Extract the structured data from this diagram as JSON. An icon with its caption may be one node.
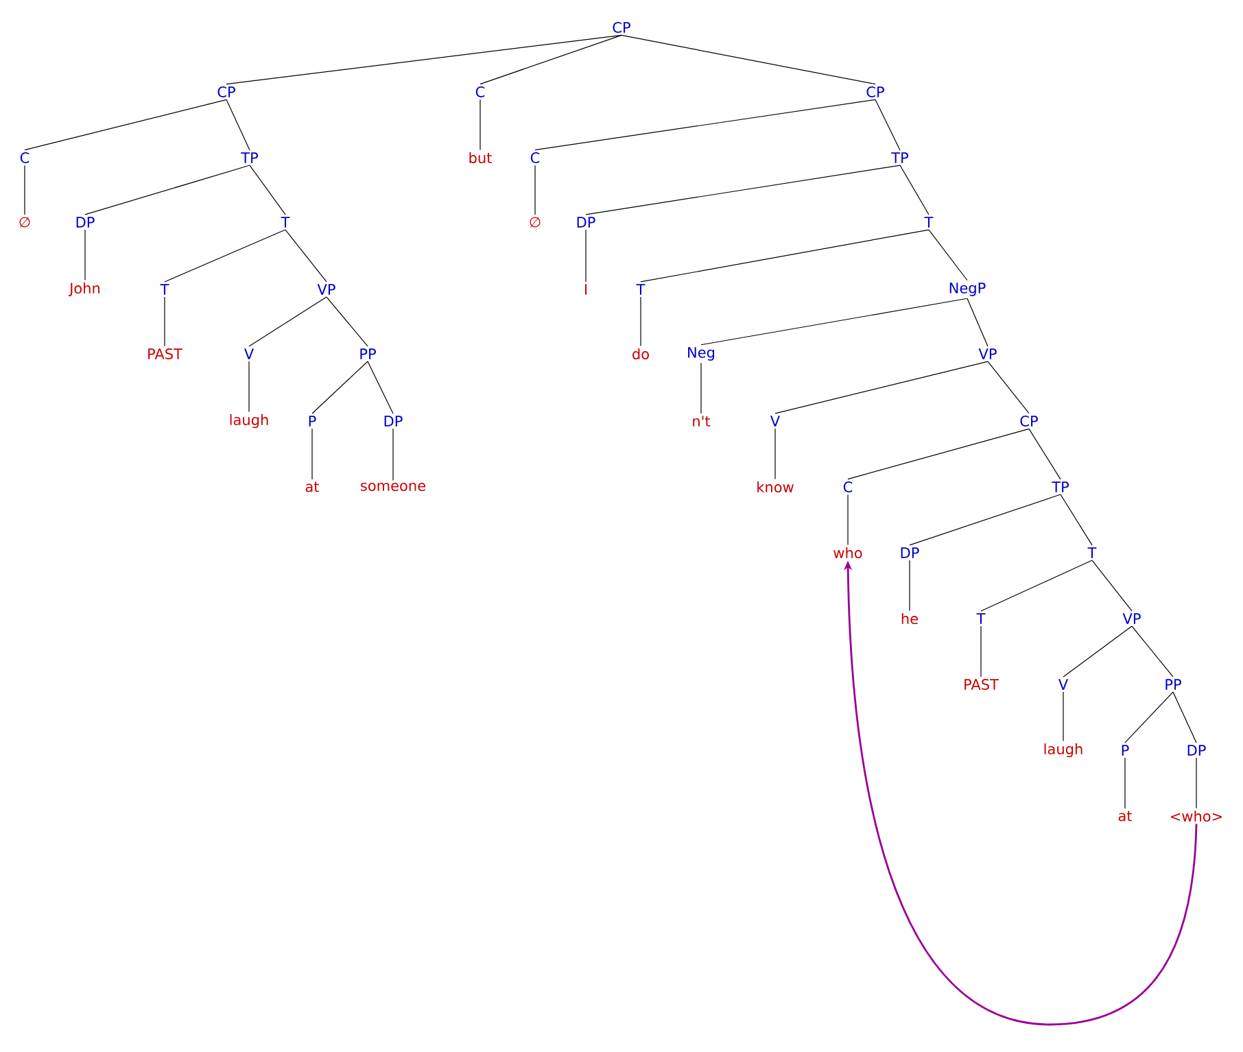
{
  "diagram": {
    "nodes": [
      {
        "text": [
          "CP"
        ]
      },
      {
        "text": [
          "CP"
        ]
      },
      {
        "text": [
          "C"
        ]
      },
      {
        "text": [
          "∅"
        ]
      },
      {
        "text": [
          "TP"
        ]
      },
      {
        "text": [
          "DP"
        ]
      },
      {
        "text": [
          "John"
        ]
      },
      {
        "text": [
          "T"
        ]
      },
      {
        "text": [
          "T"
        ]
      },
      {
        "text": [
          "PAST"
        ]
      },
      {
        "text": [
          "VP"
        ]
      },
      {
        "text": [
          "V"
        ]
      },
      {
        "text": [
          "laugh"
        ]
      },
      {
        "text": [
          "PP"
        ]
      },
      {
        "text": [
          "P"
        ]
      },
      {
        "text": [
          "at"
        ]
      },
      {
        "text": [
          "DP"
        ]
      },
      {
        "text": [
          "someone"
        ]
      },
      {
        "text": [
          "C"
        ]
      },
      {
        "text": [
          "but"
        ]
      },
      {
        "text": [
          "CP"
        ]
      },
      {
        "text": [
          "C"
        ]
      },
      {
        "text": [
          "∅"
        ]
      },
      {
        "text": [
          "TP"
        ]
      },
      {
        "text": [
          "DP"
        ]
      },
      {
        "text": [
          "I"
        ]
      },
      {
        "text": [
          "T"
        ]
      },
      {
        "text": [
          "T"
        ]
      },
      {
        "text": [
          "do"
        ]
      },
      {
        "text": [
          "NegP"
        ]
      },
      {
        "text": [
          "Neg"
        ]
      },
      {
        "text": [
          "n't"
        ]
      },
      {
        "text": [
          "VP"
        ]
      },
      {
        "text": [
          "V"
        ]
      },
      {
        "text": [
          "know"
        ]
      },
      {
        "text": [
          "CP"
        ]
      },
      {
        "text": [
          "C"
        ]
      },
      {
        "text": [
          "who"
        ]
      },
      {
        "text": [
          "TP"
        ]
      },
      {
        "text": [
          "DP"
        ]
      },
      {
        "text": [
          "he"
        ]
      },
      {
        "text": [
          "T"
        ]
      },
      {
        "text": [
          "T"
        ]
      },
      {
        "text": [
          "PAST"
        ]
      },
      {
        "text": [
          "VP"
        ]
      },
      {
        "text": [
          "V"
        ]
      },
      {
        "text": [
          "laugh"
        ]
      },
      {
        "text": [
          "PP"
        ]
      },
      {
        "text": [
          "P"
        ]
      },
      {
        "text": [
          "at"
        ]
      },
      {
        "text": [
          "DP"
        ]
      },
      {
        "text": [
          "<who>"
        ]
      }
    ],
    "edges": [
      {
        "from": 0,
        "to": 1,
        "arrow": "none"
      },
      {
        "from": 1,
        "to": 2,
        "arrow": "none"
      },
      {
        "from": 2,
        "to": 3,
        "arrow": "none"
      },
      {
        "from": 1,
        "to": 4,
        "arrow": "none"
      },
      {
        "from": 4,
        "to": 5,
        "arrow": "none"
      },
      {
        "from": 5,
        "to": 6,
        "arrow": "none"
      },
      {
        "from": 4,
        "to": 7,
        "arrow": "none"
      },
      {
        "from": 7,
        "to": 8,
        "arrow": "none"
      },
      {
        "from": 8,
        "to": 9,
        "arrow": "none"
      },
      {
        "from": 7,
        "to": 10,
        "arrow": "none"
      },
      {
        "from": 10,
        "to": 11,
        "arrow": "none"
      },
      {
        "from": 11,
        "to": 12,
        "arrow": "none"
      },
      {
        "from": 10,
        "to": 13,
        "arrow": "none"
      },
      {
        "from": 13,
        "to": 14,
        "arrow": "none"
      },
      {
        "from": 14,
        "to": 15,
        "arrow": "none"
      },
      {
        "from": 13,
        "to": 16,
        "arrow": "none"
      },
      {
        "from": 16,
        "to": 17,
        "arrow": "none"
      },
      {
        "from": 0,
        "to": 18,
        "arrow": "none"
      },
      {
        "from": 18,
        "to": 19,
        "arrow": "none"
      },
      {
        "from": 0,
        "to": 20,
        "arrow": "none"
      },
      {
        "from": 20,
        "to": 21,
        "arrow": "none"
      },
      {
        "from": 21,
        "to": 22,
        "arrow": "none"
      },
      {
        "from": 20,
        "to": 23,
        "arrow": "none"
      },
      {
        "from": 23,
        "to": 24,
        "arrow": "none"
      },
      {
        "from": 24,
        "to": 25,
        "arrow": "none"
      },
      {
        "from": 23,
        "to": 26,
        "arrow": "none"
      },
      {
        "from": 26,
        "to": 27,
        "arrow": "none"
      },
      {
        "from": 27,
        "to": 28,
        "arrow": "none"
      },
      {
        "from": 26,
        "to": 29,
        "arrow": "none"
      },
      {
        "from": 29,
        "to": 30,
        "arrow": "none"
      },
      {
        "from": 30,
        "to": 31,
        "arrow": "none"
      },
      {
        "from": 29,
        "to": 32,
        "arrow": "none"
      },
      {
        "from": 32,
        "to": 33,
        "arrow": "none"
      },
      {
        "from": 33,
        "to": 34,
        "arrow": "none"
      },
      {
        "from": 32,
        "to": 35,
        "arrow": "none"
      },
      {
        "from": 35,
        "to": 36,
        "arrow": "none"
      },
      {
        "from": 36,
        "to": 37,
        "arrow": "none"
      },
      {
        "from": 35,
        "to": 38,
        "arrow": "none"
      },
      {
        "from": 38,
        "to": 39,
        "arrow": "none"
      },
      {
        "from": 39,
        "to": 40,
        "arrow": "none"
      },
      {
        "from": 38,
        "to": 41,
        "arrow": "none"
      },
      {
        "from": 41,
        "to": 42,
        "arrow": "none"
      },
      {
        "from": 42,
        "to": 43,
        "arrow": "none"
      },
      {
        "from": 41,
        "to": 44,
        "arrow": "none"
      },
      {
        "from": 44,
        "to": 45,
        "arrow": "none"
      },
      {
        "from": 45,
        "to": 46,
        "arrow": "none"
      },
      {
        "from": 44,
        "to": 47,
        "arrow": "none"
      },
      {
        "from": 47,
        "to": 48,
        "arrow": "none"
      },
      {
        "from": 48,
        "to": 49,
        "arrow": "none"
      },
      {
        "from": 47,
        "to": 50,
        "arrow": "none"
      },
      {
        "from": 50,
        "to": 51,
        "arrow": "none"
      },
      {
        "from": 51,
        "to": 37,
        "arrow": "to",
        "color": "#990099"
      }
    ]
  }
}
